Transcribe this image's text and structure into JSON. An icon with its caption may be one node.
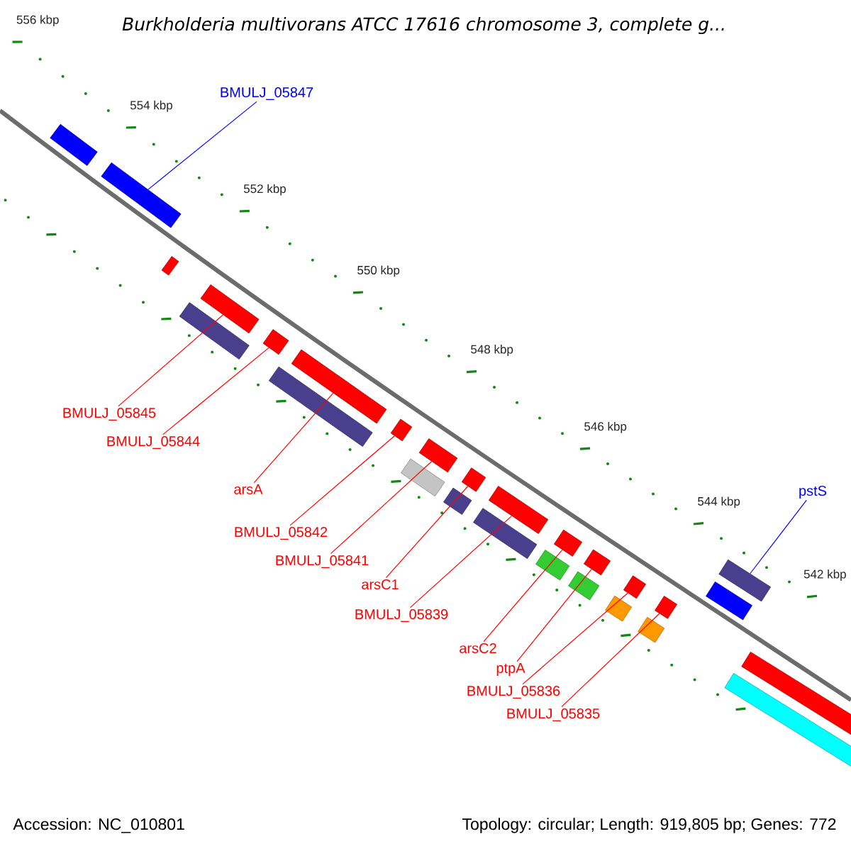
{
  "diagram": {
    "title": "Burkholderia multivorans ATCC 17616 chromosome 3, complete g...",
    "nodes": [
      {
        "text": [
          "BMULJ_05847"
        ]
      },
      {
        "text": [
          "pstS"
        ]
      },
      {
        "text": [
          "BMULJ_05845"
        ]
      },
      {
        "text": [
          "BMULJ_05844"
        ]
      },
      {
        "text": [
          "arsA"
        ]
      },
      {
        "text": [
          "BMULJ_05842"
        ]
      },
      {
        "text": [
          "BMULJ_05841"
        ]
      },
      {
        "text": [
          "arsC1"
        ]
      },
      {
        "text": [
          "BMULJ_05839"
        ]
      },
      {
        "text": [
          "arsC2"
        ]
      },
      {
        "text": [
          "ptpA"
        ]
      },
      {
        "text": [
          "BMULJ_05836"
        ]
      },
      {
        "text": [
          "BMULJ_05835"
        ]
      },
      {
        "text": [],
        "shape": "bar"
      },
      {
        "text": [],
        "shape": "bar"
      },
      {
        "text": [],
        "shape": "bar"
      },
      {
        "text": [],
        "shape": "bar"
      },
      {
        "text": [],
        "shape": "bar"
      },
      {
        "text": [],
        "shape": "bar"
      },
      {
        "text": [],
        "shape": "bar"
      },
      {
        "text": [],
        "shape": "bar"
      },
      {
        "text": [],
        "shape": "bar"
      },
      {
        "text": [],
        "shape": "bar"
      },
      {
        "text": [],
        "shape": "bar"
      },
      {
        "text": [],
        "shape": "bar"
      },
      {
        "text": [],
        "shape": "bar"
      },
      {
        "text": [],
        "shape": "bar"
      },
      {
        "text": [],
        "shape": "bar"
      },
      {
        "text": [],
        "shape": "bar"
      },
      {
        "text": [],
        "shape": "bar"
      },
      {
        "text": [],
        "shape": "bar"
      },
      {
        "text": [],
        "shape": "bar"
      },
      {
        "text": [],
        "shape": "bar"
      },
      {
        "text": [],
        "shape": "bar"
      },
      {
        "text": [],
        "shape": "bar"
      },
      {
        "text": [],
        "shape": "bar"
      },
      {
        "text": [],
        "shape": "bar"
      },
      {
        "text": [],
        "shape": "bar"
      },
      {
        "text": [],
        "shape": "bar"
      },
      {
        "text": [],
        "shape": "bar"
      }
    ],
    "edges": [
      {
        "from": 0,
        "to": 14,
        "arrow": "none",
        "color": "#0000ff"
      },
      {
        "from": 1,
        "to": 37,
        "arrow": "none",
        "color": "#0000ff"
      },
      {
        "from": 2,
        "to": 17,
        "arrow": "none"
      },
      {
        "from": 3,
        "to": 18,
        "arrow": "none"
      },
      {
        "from": 4,
        "to": 20,
        "arrow": "none"
      },
      {
        "from": 5,
        "to": 21,
        "arrow": "none"
      },
      {
        "from": 6,
        "to": 23,
        "arrow": "none"
      },
      {
        "from": 7,
        "to": 25,
        "arrow": "none"
      },
      {
        "from": 8,
        "to": 27,
        "arrow": "none"
      },
      {
        "from": 9,
        "to": 29,
        "arrow": "none"
      },
      {
        "from": 10,
        "to": 31,
        "arrow": "none"
      },
      {
        "from": 11,
        "to": 33,
        "arrow": "none"
      },
      {
        "from": 12,
        "to": 35,
        "arrow": "none"
      }
    ],
    "labels": [
      "556 kbp",
      "554 kbp",
      "552 kbp",
      "550 kbp",
      "548 kbp",
      "546 kbp",
      "544 kbp",
      "542 kbp",
      "Accession: NC_010801",
      "Topology: circular; Length: 919,805 bp; Genes: 772"
    ]
  }
}
